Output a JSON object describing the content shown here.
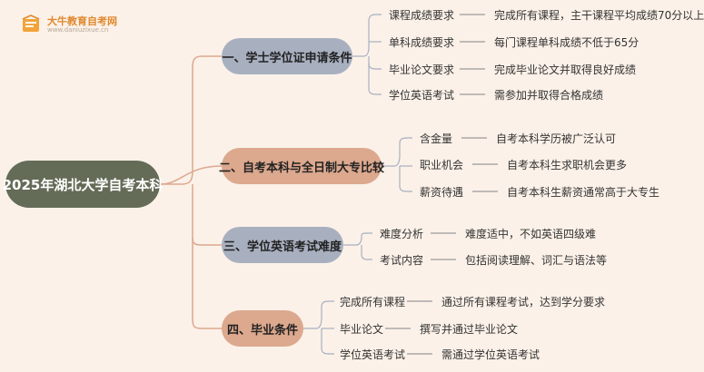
{
  "logo": {
    "name": "大牛教育自考网",
    "url": "www.daniuzixue.cn"
  },
  "root": "2025年湖北大学自考本科",
  "branches": [
    {
      "label": "一、学士学位证申请条件",
      "items": [
        {
          "key": "课程成绩要求",
          "value": "完成所有课程，主干课程平均成绩70分以上"
        },
        {
          "key": "单科成绩要求",
          "value": "每门课程单科成绩不低于65分"
        },
        {
          "key": "毕业论文要求",
          "value": "完成毕业论文并取得良好成绩"
        },
        {
          "key": "学位英语考试",
          "value": "需参加并取得合格成绩"
        }
      ]
    },
    {
      "label": "二、自考本科与全日制大专比较",
      "items": [
        {
          "key": "含金量",
          "value": "自考本科学历被广泛认可"
        },
        {
          "key": "职业机会",
          "value": "自考本科生求职机会更多"
        },
        {
          "key": "薪资待遇",
          "value": "自考本科生薪资通常高于大专生"
        }
      ]
    },
    {
      "label": "三、学位英语考试难度",
      "items": [
        {
          "key": "难度分析",
          "value": "难度适中，不如英语四级难"
        },
        {
          "key": "考试内容",
          "value": "包括阅读理解、词汇与语法等"
        }
      ]
    },
    {
      "label": "四、毕业条件",
      "items": [
        {
          "key": "完成所有课程",
          "value": "通过所有课程考试，达到学分要求"
        },
        {
          "key": "毕业论文",
          "value": "撰写并通过毕业论文"
        },
        {
          "key": "学位英语考试",
          "value": "需通过学位英语考试"
        }
      ]
    }
  ]
}
